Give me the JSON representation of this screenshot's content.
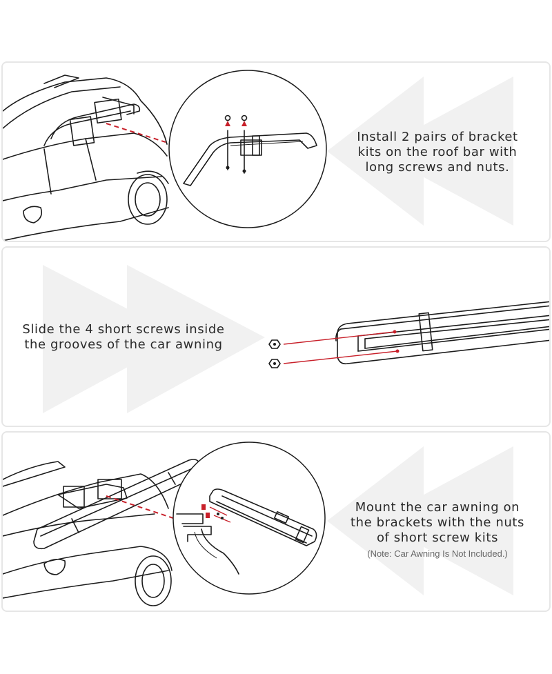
{
  "steps": [
    {
      "text": "Install 2 pairs of bracket\nkits on the roof bar with\nlong screws and nuts."
    },
    {
      "text": "Slide the 4 short screws inside\nthe grooves of the car awning"
    },
    {
      "text": "Mount the car awning on\nthe brackets with the nuts\nof short screw kits",
      "note": "(Note: Car Awning Is Not Included.)"
    }
  ],
  "colors": {
    "accent": "#c8202a",
    "panel_border": "#e6e6e6",
    "watermark": "#f1f1f1",
    "text": "#2a2a2a"
  }
}
